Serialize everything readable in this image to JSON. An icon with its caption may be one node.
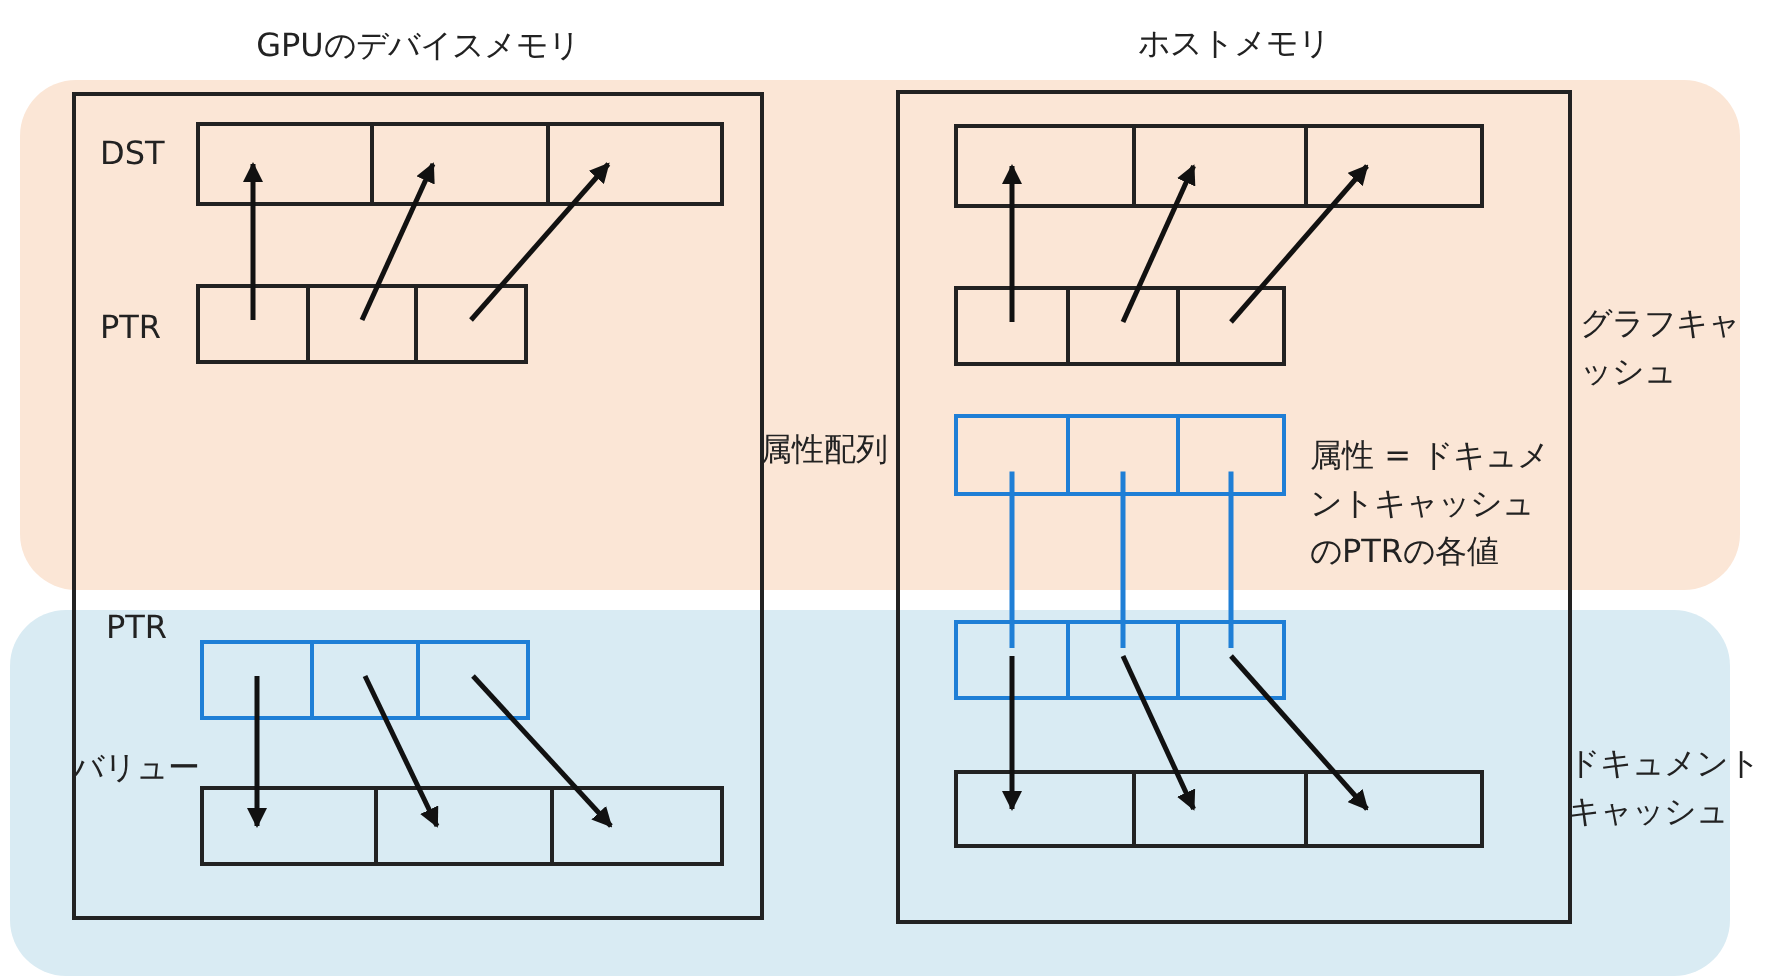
{
  "diagram": {
    "nodes": [
      {
        "text": [
          "GPUのデバイスメモリ"
        ]
      },
      {
        "text": [
          "ホストメモリ"
        ]
      },
      {
        "text": [],
        "shape": "box",
        "in": 0
      },
      {
        "text": [],
        "shape": "box",
        "in": 0
      },
      {
        "text": [],
        "shape": "box",
        "in": 0
      },
      {
        "text": [],
        "shape": "box",
        "in": 0
      },
      {
        "text": [],
        "shape": "box",
        "in": 0
      },
      {
        "text": [],
        "shape": "box",
        "in": 0
      },
      {
        "text": [],
        "shape": "box",
        "in": 0
      },
      {
        "text": [],
        "shape": "box",
        "in": 0
      },
      {
        "text": [],
        "shape": "box",
        "in": 0
      },
      {
        "text": [],
        "shape": "box",
        "in": 0
      },
      {
        "text": [],
        "shape": "box",
        "in": 0
      },
      {
        "text": [],
        "shape": "box",
        "in": 0
      },
      {
        "text": [],
        "shape": "box",
        "in": 1
      },
      {
        "text": [],
        "shape": "box",
        "in": 1
      },
      {
        "text": [],
        "shape": "box",
        "in": 1
      },
      {
        "text": [],
        "shape": "box",
        "in": 1
      },
      {
        "text": [],
        "shape": "box",
        "in": 1
      },
      {
        "text": [],
        "shape": "box",
        "in": 1
      },
      {
        "text": [],
        "shape": "box",
        "in": 1
      },
      {
        "text": [],
        "shape": "box",
        "in": 1
      },
      {
        "text": [],
        "shape": "box",
        "in": 1
      },
      {
        "text": [],
        "shape": "box",
        "in": 1
      },
      {
        "text": [],
        "shape": "box",
        "in": 1
      },
      {
        "text": [],
        "shape": "box",
        "in": 1
      },
      {
        "text": [],
        "shape": "box",
        "in": 1
      },
      {
        "text": [],
        "shape": "box",
        "in": 1
      },
      {
        "text": [],
        "shape": "box",
        "in": 1
      }
    ],
    "edges": [
      {
        "from": 5,
        "to": 2,
        "arrow": "to"
      },
      {
        "from": 6,
        "to": 3,
        "arrow": "to"
      },
      {
        "from": 7,
        "to": 4,
        "arrow": "to"
      },
      {
        "from": 8,
        "to": 11,
        "arrow": "to"
      },
      {
        "from": 9,
        "to": 12,
        "arrow": "to"
      },
      {
        "from": 10,
        "to": 13,
        "arrow": "to"
      },
      {
        "from": 17,
        "to": 14,
        "arrow": "to"
      },
      {
        "from": 18,
        "to": 15,
        "arrow": "to"
      },
      {
        "from": 19,
        "to": 16,
        "arrow": "to"
      },
      {
        "from": 20,
        "to": 23,
        "arrow": "none",
        "color": "#1f7fd6"
      },
      {
        "from": 21,
        "to": 24,
        "arrow": "none",
        "color": "#1f7fd6"
      },
      {
        "from": 22,
        "to": 25,
        "arrow": "none",
        "color": "#1f7fd6"
      },
      {
        "from": 23,
        "to": 26,
        "arrow": "to"
      },
      {
        "from": 24,
        "to": 27,
        "arrow": "to"
      },
      {
        "from": 25,
        "to": 28,
        "arrow": "to"
      }
    ],
    "labels": [
      "DST",
      "PTR",
      "グラフキャッシュ",
      "属性配列",
      "属性 = ドキュメントキャッシュのPTRの各値",
      "PTR",
      "バリュー",
      "ドキュメントキャッシュ"
    ]
  }
}
